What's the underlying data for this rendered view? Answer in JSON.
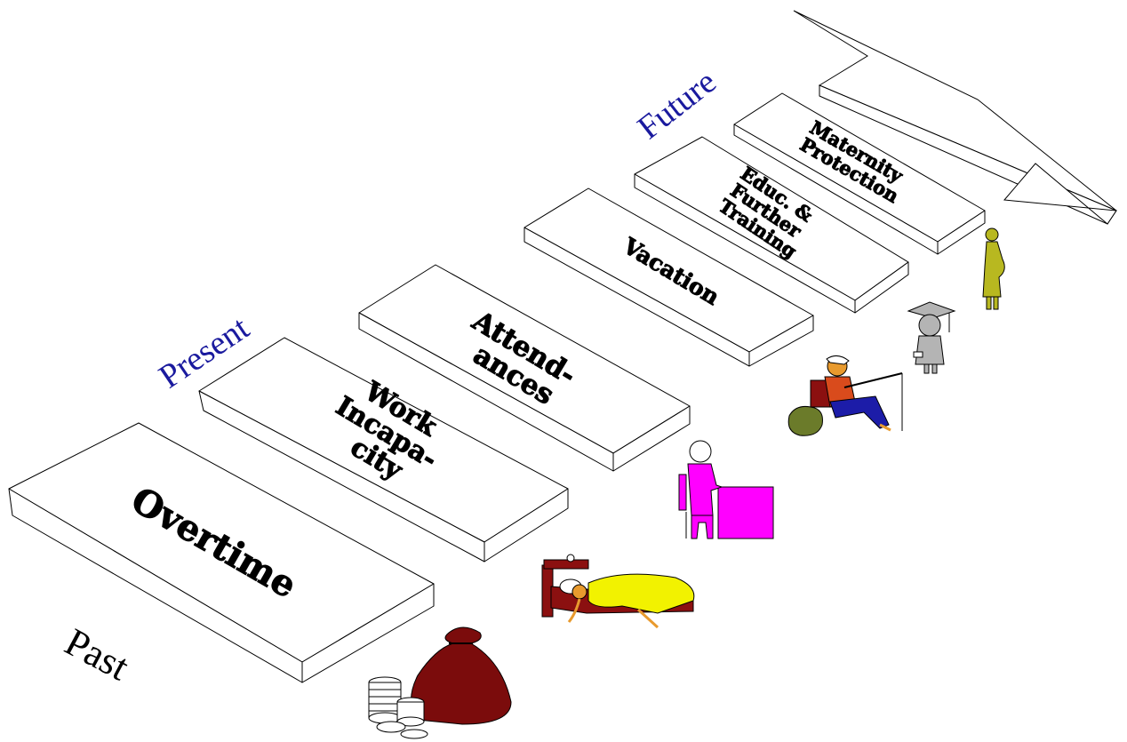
{
  "diagram": {
    "time_labels": {
      "past": "Past",
      "present": "Present",
      "future": "Future"
    },
    "colors": {
      "past_label": "#000000",
      "present_label": "#1a1a9e",
      "future_label": "#1a1a9e",
      "money_bag": "#7b0c0c",
      "bed_frame": "#8b1010",
      "blanket": "#f2f200",
      "desk_worker": "#ff00ff",
      "vacationer_shirt": "#d94b1c",
      "vacationer_pants": "#1c1ca8",
      "graduate": "#b4b4b4",
      "pregnant_woman": "#b8b820"
    },
    "steps": [
      {
        "id": "overtime",
        "lines": [
          "Overtime"
        ],
        "icon": "money-bag-icon"
      },
      {
        "id": "work-incapacity",
        "lines": [
          "Work",
          "Incapa-",
          "city"
        ],
        "icon": "sick-in-bed-icon"
      },
      {
        "id": "attendances",
        "lines": [
          "Attend-",
          "ances"
        ],
        "icon": "desk-worker-icon"
      },
      {
        "id": "vacation",
        "lines": [
          "Vacation"
        ],
        "icon": "fishing-vacation-icon"
      },
      {
        "id": "education",
        "lines": [
          "Educ. &",
          "Further",
          "Training"
        ],
        "icon": "graduate-icon"
      },
      {
        "id": "maternity",
        "lines": [
          "Maternity",
          "Protection"
        ],
        "icon": "pregnant-woman-icon"
      }
    ]
  }
}
